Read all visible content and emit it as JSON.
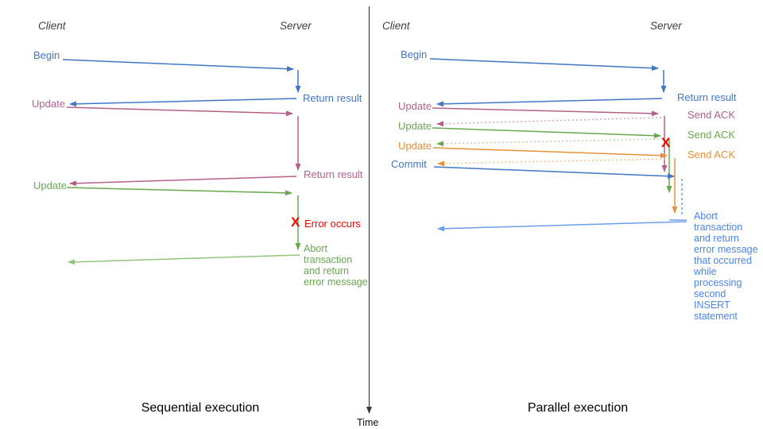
{
  "colors": {
    "blue": "#4177c4",
    "blue_light": "#6d9eeb",
    "blue_text_light": "#4a86e8",
    "pink": "#b5608a",
    "pink_light": "#dca6c2",
    "green": "#6aa84f",
    "green_light": "#93c47d",
    "orange": "#e69138",
    "orange_light": "#f6c28b",
    "red": "#ee0701",
    "axis": "#3c3c3c"
  },
  "left": {
    "client": "Client",
    "server": "Server",
    "begin": "Begin",
    "return1": "Return result",
    "update1": "Update",
    "return2": "Return result",
    "update2": "Update",
    "error_x": "X",
    "error": "Error occurs",
    "abort": "Abort\ntransaction\nand return\nerror message",
    "caption": "Sequential execution"
  },
  "right": {
    "client": "Client",
    "server": "Server",
    "begin": "Begin",
    "return1": "Return result",
    "update1": "Update",
    "ack1": "Send ACK",
    "update2": "Update",
    "ack2": "Send ACK",
    "update3": "Update",
    "ack3": "Send ACK",
    "commit": "Commit",
    "error_x": "X",
    "abort": "Abort\ntransaction\nand return\nerror message\nthat occurred\nwhile\nprocessing\nsecond\nINSERT\nstatement",
    "caption": "Parallel execution"
  },
  "time_axis": {
    "label": "Time"
  }
}
